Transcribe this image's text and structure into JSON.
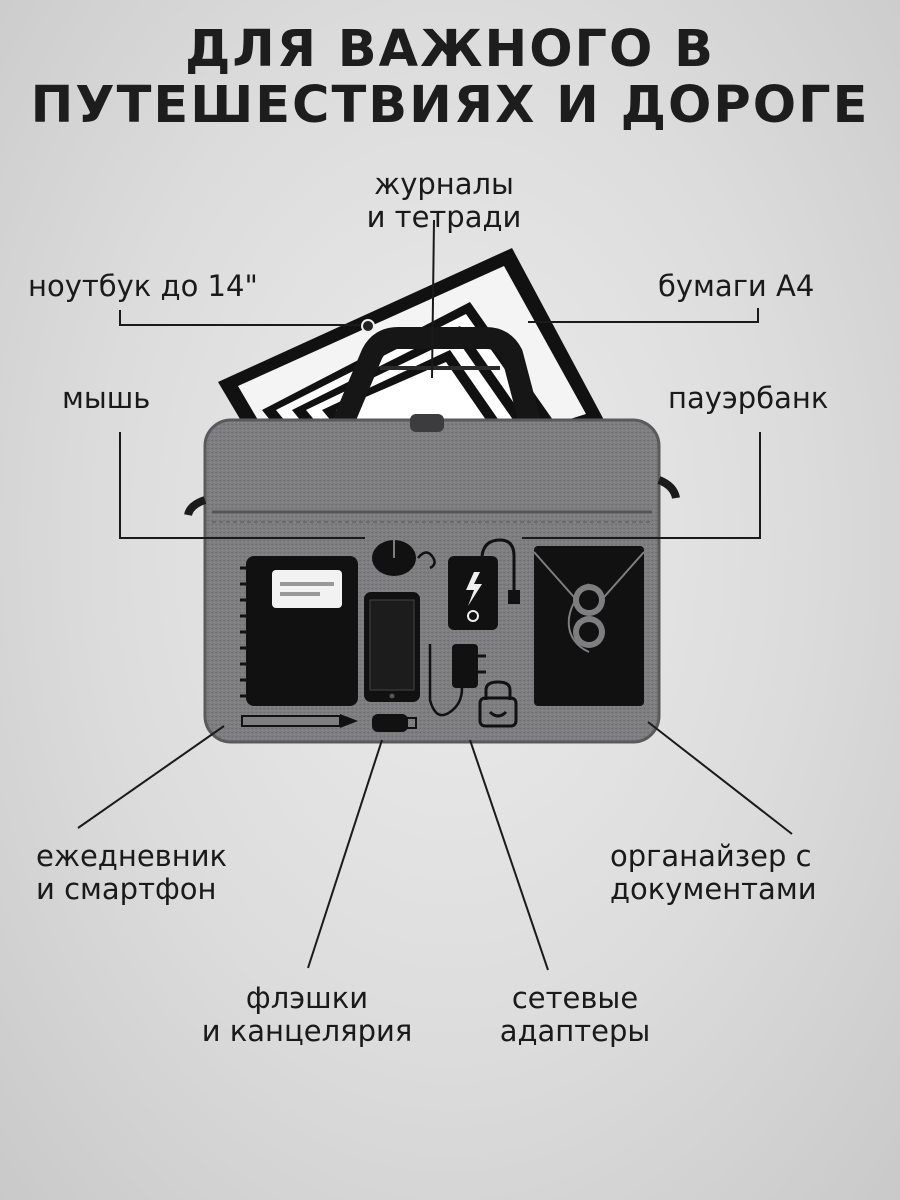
{
  "title": {
    "line1": "ДЛЯ ВАЖНОГО В",
    "line2": "ПУТЕШЕСТВИЯХ И ДОРОГЕ"
  },
  "labels": {
    "journals": [
      "журналы",
      "и тетради"
    ],
    "laptop": "ноутбук до 14\"",
    "papers": "бумаги А4",
    "mouse": "мышь",
    "powerbank": "пауэрбанк",
    "planner": [
      "ежедневник",
      "и смартфон"
    ],
    "organizer": [
      "органайзер с",
      "документами"
    ],
    "flash": [
      "флэшки",
      "и канцелярия"
    ],
    "adapters": [
      "сетевые",
      "адаптеры"
    ]
  },
  "icons": [
    "laptop-icon",
    "papers-icon",
    "bag-icon",
    "notebook-icon",
    "smartphone-icon",
    "mouse-icon",
    "powerbank-icon",
    "adapter-icon",
    "flash-drive-icon",
    "pencil-icon",
    "organizer-icon",
    "lock-icon"
  ],
  "colors": {
    "background": "#dcdcdc",
    "bag": "#7d7d7f",
    "ink": "#111111"
  }
}
